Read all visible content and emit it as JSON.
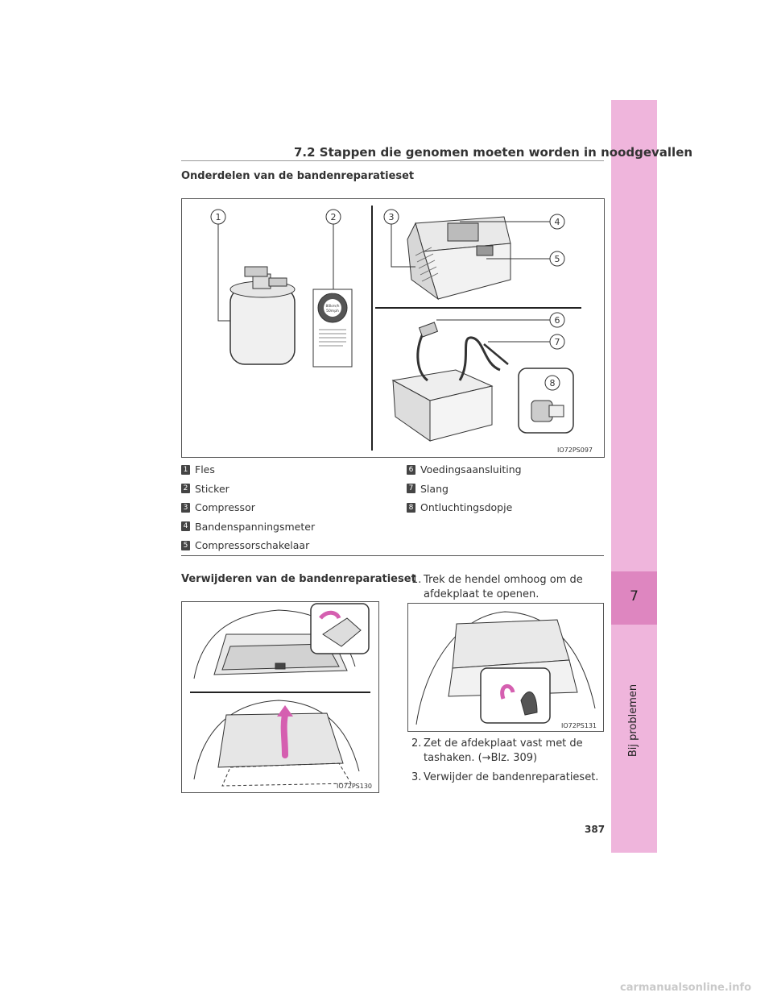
{
  "header": {
    "title": "7.2 Stappen die genomen moeten worden in noodgevallen"
  },
  "sidetab": {
    "chapter_number": "7",
    "chapter_title": "Bij problemen",
    "color": "#efb5dc",
    "active_color": "#de86c0"
  },
  "section1": {
    "title": "Onderdelen van de bandenreparatieset",
    "figure_code": "IO72PS097",
    "callouts": [
      "1",
      "2",
      "3",
      "4",
      "5",
      "6",
      "7",
      "8"
    ],
    "sticker_texts": {
      "warning": "WARNING",
      "speed1": "80km/h",
      "speed2": "50mph"
    },
    "legend": [
      {
        "num": "1",
        "label": "Fles"
      },
      {
        "num": "2",
        "label": "Sticker"
      },
      {
        "num": "3",
        "label": "Compressor"
      },
      {
        "num": "4",
        "label": "Bandenspanningsmeter"
      },
      {
        "num": "5",
        "label": "Compressorschakelaar"
      },
      {
        "num": "6",
        "label": "Voedingsaansluiting"
      },
      {
        "num": "7",
        "label": "Slang"
      },
      {
        "num": "8",
        "label": "Ontluchtingsdopje"
      }
    ]
  },
  "section2": {
    "title": "Verwijderen van de bandenreparatieset",
    "figure_a_code": "IO72PS130",
    "figure_b_code": "IO72PS131",
    "steps": [
      {
        "num": "1.",
        "line1": "Trek de hendel omhoog om de",
        "line2": "afdekplaat te openen."
      },
      {
        "num": "2.",
        "line1": "Zet de afdekplaat vast met de",
        "line2": "tashaken. (→Blz. 309)"
      },
      {
        "num": "3.",
        "line1": "Verwijder de bandenreparatieset.",
        "line2": ""
      }
    ]
  },
  "page": {
    "number": "387",
    "watermark": "carmanualsonline.info"
  }
}
